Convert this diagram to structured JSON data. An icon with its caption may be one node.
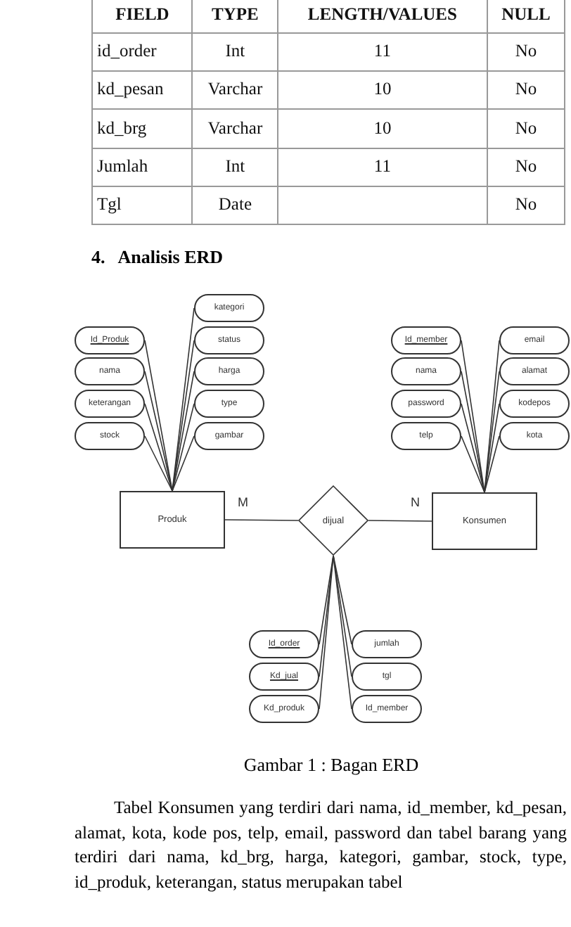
{
  "diagram": {
    "title": "4.   Analisis ERD",
    "caption": "Gambar 1 : Bagan ERD",
    "nodes": [
      {
        "text": [
          "Produk"
        ]
      },
      {
        "text": [
          "dijual"
        ]
      },
      {
        "text": [
          "Konsumen"
        ]
      },
      {
        "text": [
          "Id_Produk"
        ]
      },
      {
        "text": [
          "nama"
        ]
      },
      {
        "text": [
          "keterangan"
        ]
      },
      {
        "text": [
          "stock"
        ]
      },
      {
        "text": [
          "kategori"
        ]
      },
      {
        "text": [
          "status"
        ]
      },
      {
        "text": [
          "harga"
        ]
      },
      {
        "text": [
          "type"
        ]
      },
      {
        "text": [
          "gambar"
        ]
      },
      {
        "text": [
          "Id_member"
        ]
      },
      {
        "text": [
          "nama"
        ]
      },
      {
        "text": [
          "password"
        ]
      },
      {
        "text": [
          "telp"
        ]
      },
      {
        "text": [
          "email"
        ]
      },
      {
        "text": [
          "alamat"
        ]
      },
      {
        "text": [
          "kodepos"
        ]
      },
      {
        "text": [
          "kota"
        ]
      },
      {
        "text": [
          "Id_order"
        ]
      },
      {
        "text": [
          "Kd_jual"
        ]
      },
      {
        "text": [
          "Kd_produk"
        ]
      },
      {
        "text": [
          "jumlah"
        ]
      },
      {
        "text": [
          "tgl"
        ]
      },
      {
        "text": [
          "Id_member"
        ]
      }
    ],
    "edges": [
      {
        "from": 0,
        "to": 1,
        "arrow": "none",
        "label": "M"
      },
      {
        "from": 1,
        "to": 2,
        "arrow": "none",
        "label": "N"
      },
      {
        "from": 3,
        "to": 0,
        "arrow": "none"
      },
      {
        "from": 4,
        "to": 0,
        "arrow": "none"
      },
      {
        "from": 5,
        "to": 0,
        "arrow": "none"
      },
      {
        "from": 6,
        "to": 0,
        "arrow": "none"
      },
      {
        "from": 7,
        "to": 0,
        "arrow": "none"
      },
      {
        "from": 8,
        "to": 0,
        "arrow": "none"
      },
      {
        "from": 9,
        "to": 0,
        "arrow": "none"
      },
      {
        "from": 10,
        "to": 0,
        "arrow": "none"
      },
      {
        "from": 11,
        "to": 0,
        "arrow": "none"
      },
      {
        "from": 12,
        "to": 2,
        "arrow": "none"
      },
      {
        "from": 13,
        "to": 2,
        "arrow": "none"
      },
      {
        "from": 14,
        "to": 2,
        "arrow": "none"
      },
      {
        "from": 15,
        "to": 2,
        "arrow": "none"
      },
      {
        "from": 16,
        "to": 2,
        "arrow": "none"
      },
      {
        "from": 17,
        "to": 2,
        "arrow": "none"
      },
      {
        "from": 18,
        "to": 2,
        "arrow": "none"
      },
      {
        "from": 19,
        "to": 2,
        "arrow": "none"
      },
      {
        "from": 20,
        "to": 1,
        "arrow": "none"
      },
      {
        "from": 21,
        "to": 1,
        "arrow": "none"
      },
      {
        "from": 22,
        "to": 1,
        "arrow": "none"
      },
      {
        "from": 23,
        "to": 1,
        "arrow": "none"
      },
      {
        "from": 24,
        "to": 1,
        "arrow": "none"
      },
      {
        "from": 25,
        "to": 1,
        "arrow": "none"
      }
    ],
    "labels": [
      "FIELD",
      "TYPE",
      "LENGTH/VALUES",
      "NULL",
      "id_order",
      "Int",
      "11",
      "No",
      "kd_pesan",
      "Varchar",
      "10",
      "No",
      "kd_brg",
      "Varchar",
      "10",
      "No",
      "Jumlah",
      "Int",
      "11",
      "No",
      "Tgl",
      "Date",
      "No",
      "Tabel Konsumen yang terdiri dari nama, id_member, kd_pesan, alamat, kota, kode pos, telp, email, password dan tabel barang yang terdiri dari nama, kd_brg, harga, kategori, gambar, stock, type, id_produk, keterangan, status merupakan tabel"
    ]
  }
}
